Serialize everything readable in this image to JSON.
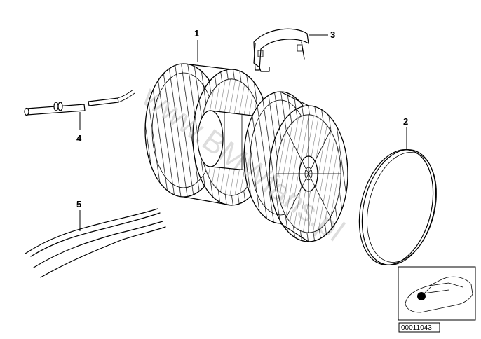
{
  "diagram": {
    "callouts": [
      {
        "id": "1",
        "label": "1"
      },
      {
        "id": "2",
        "label": "2"
      },
      {
        "id": "3",
        "label": "3"
      },
      {
        "id": "4",
        "label": "4"
      },
      {
        "id": "5",
        "label": "5"
      }
    ],
    "watermark": "www.BMWfans.pl",
    "thumbnail": {
      "reference_code": "00011043"
    }
  }
}
